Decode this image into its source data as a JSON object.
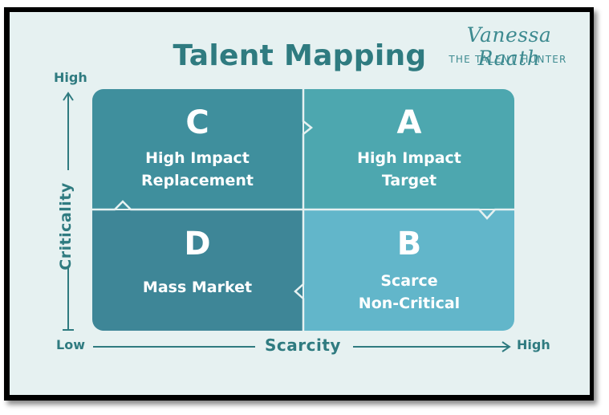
{
  "title": "Talent Mapping",
  "brand": {
    "name": "Vanessa Raath",
    "tagline": "THE TALENT HUNTER"
  },
  "axes": {
    "y_label": "Criticality",
    "y_high": "High",
    "x_label": "Scarcity",
    "x_low": "Low",
    "x_high": "High"
  },
  "quadrants": {
    "c": {
      "letter": "C",
      "line1": "High Impact",
      "line2": "Replacement"
    },
    "a": {
      "letter": "A",
      "line1": "High Impact",
      "line2": "Target"
    },
    "d": {
      "letter": "D",
      "line1": "Mass Market"
    },
    "b": {
      "letter": "B",
      "line1": "Scarce",
      "line2": "Non-Critical"
    }
  },
  "colors": {
    "title": "#2f7b80",
    "background": "#e6f1f1",
    "quadrant_c": "#3f8f9d",
    "quadrant_a": "#4da7af",
    "quadrant_d": "#3e8697",
    "quadrant_b": "#62b6ca"
  }
}
